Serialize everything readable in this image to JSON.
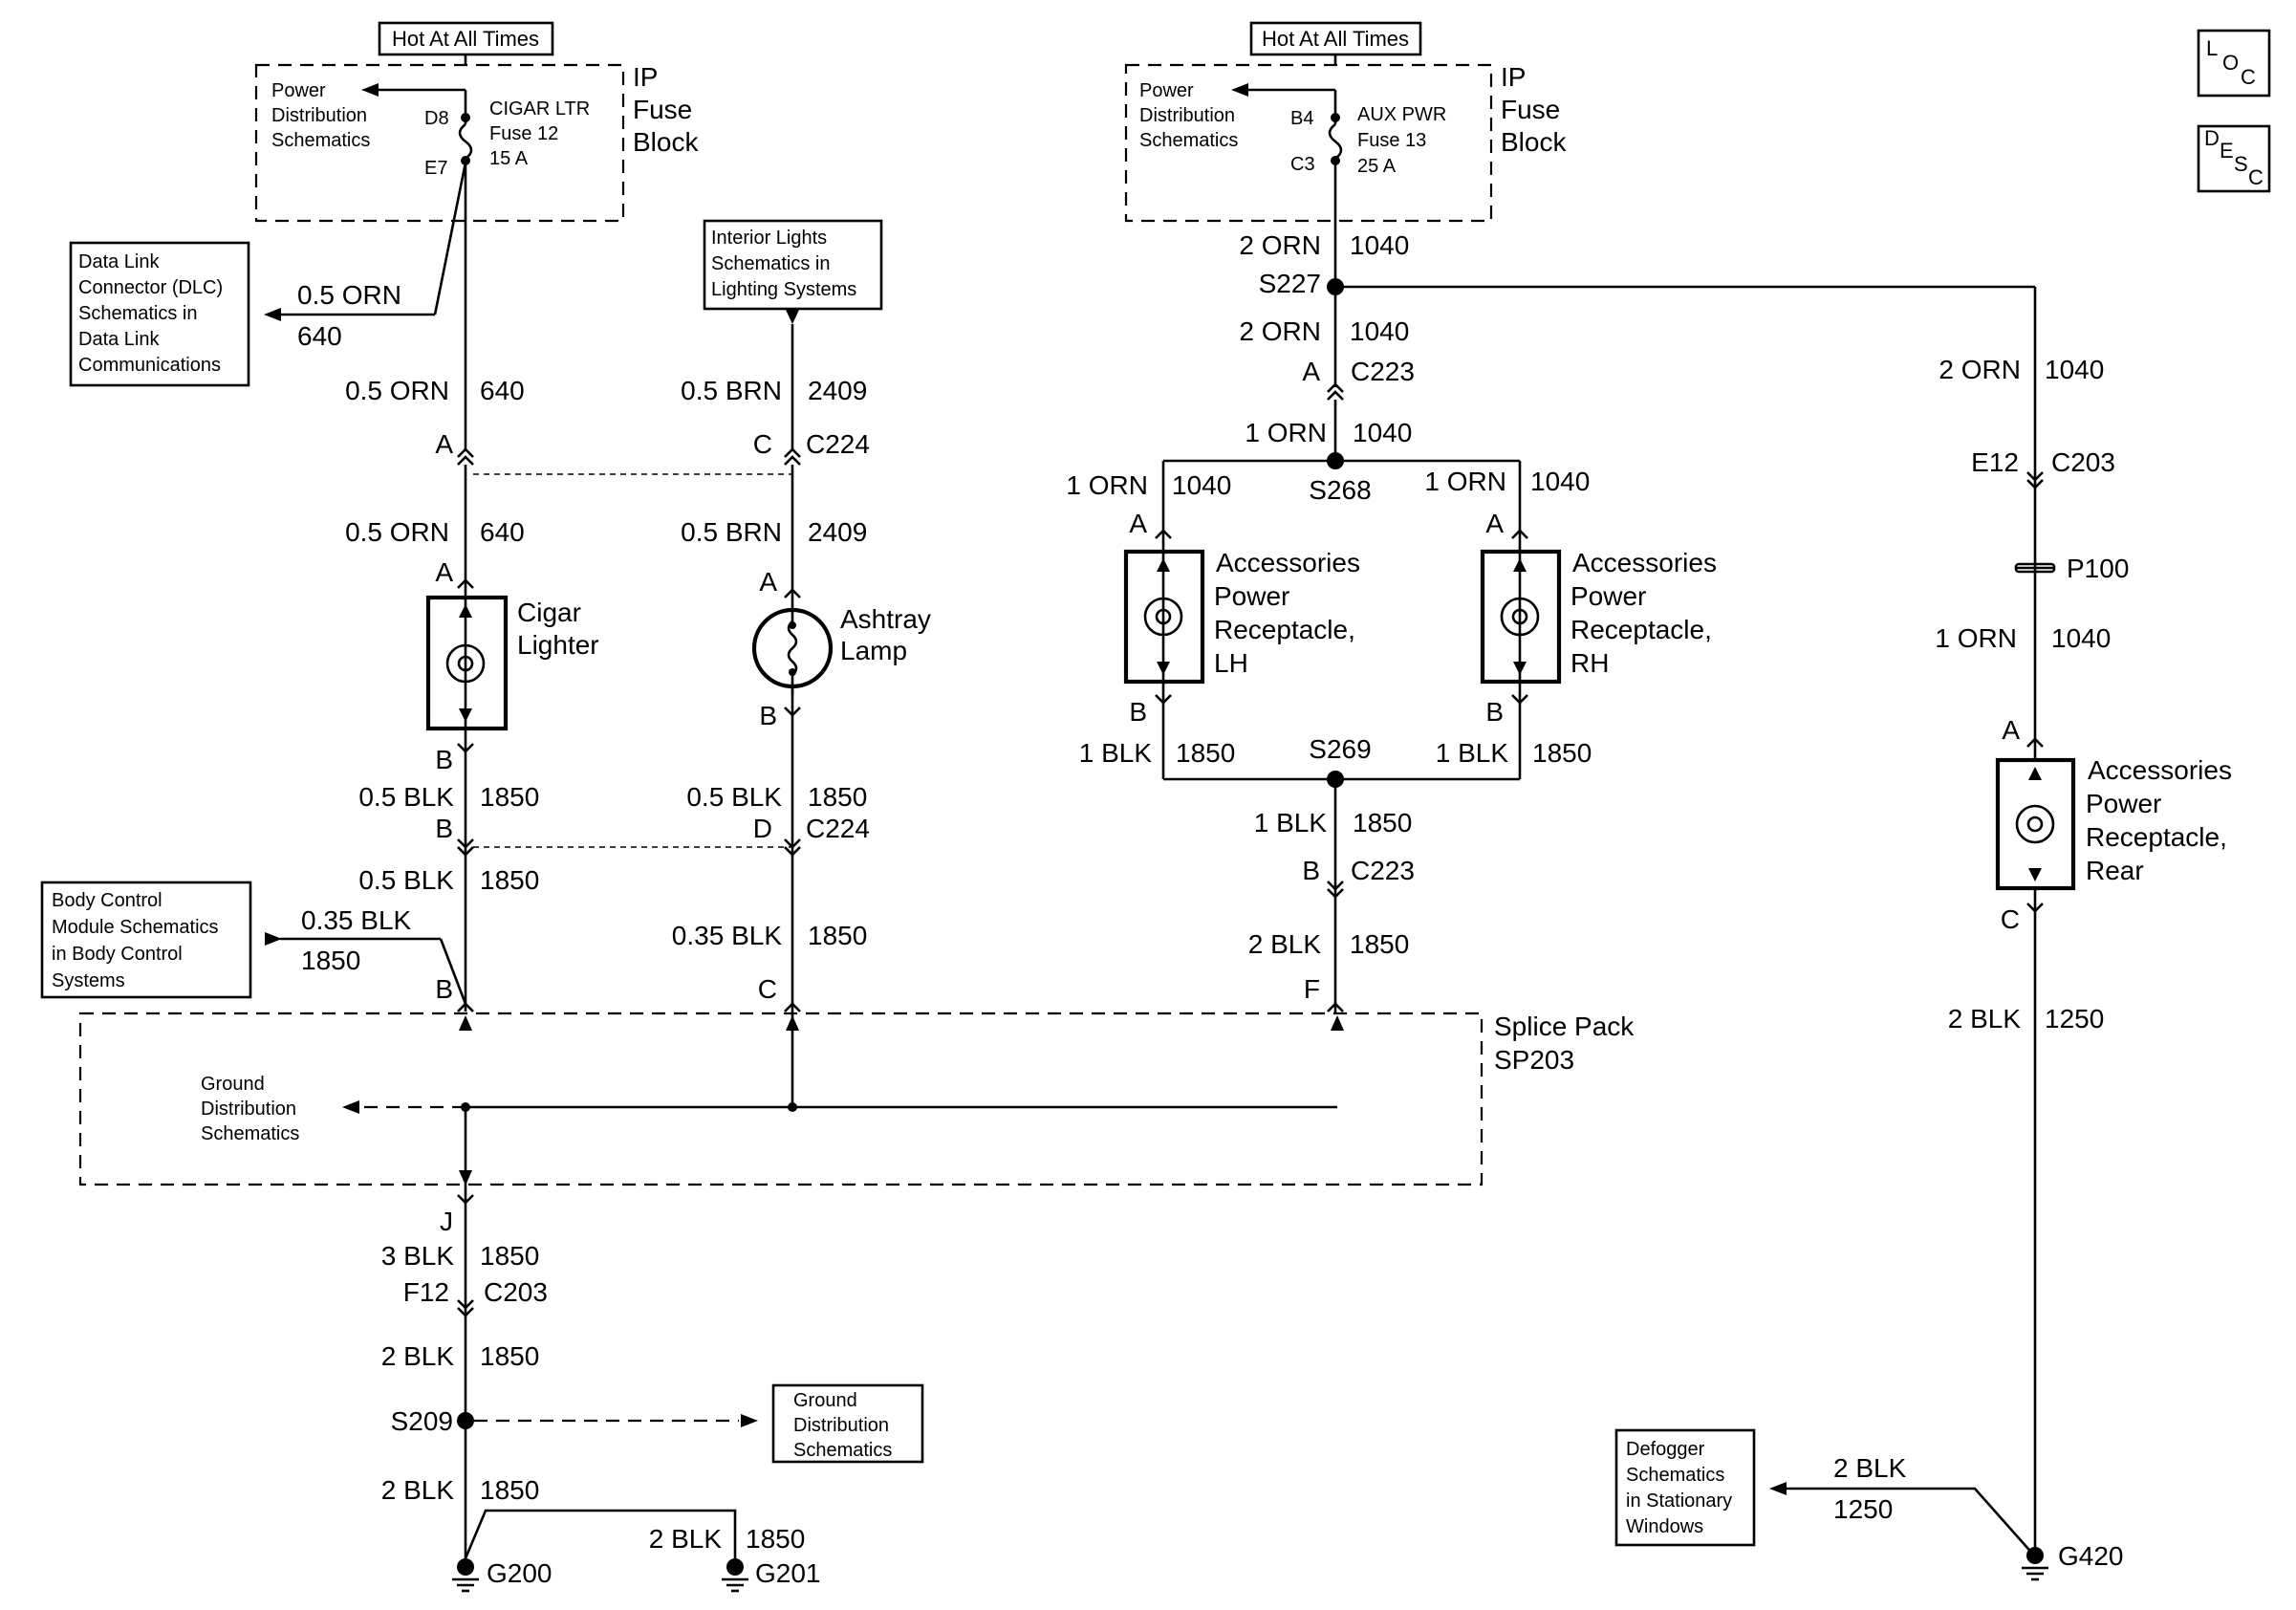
{
  "labels": {
    "hot1": "Hot At All Times",
    "hot2": "Hot At All Times",
    "pds": [
      "Power",
      "Distribution",
      "Schematics"
    ],
    "ipfb": [
      "IP",
      "Fuse",
      "Block"
    ],
    "fuse1_pin_top": "D8",
    "fuse1_pin_bot": "E7",
    "fuse1": [
      "CIGAR LTR",
      "Fuse 12",
      "15 A"
    ],
    "fuse2_pin_top": "B4",
    "fuse2_pin_bot": "C3",
    "fuse2": [
      "AUX PWR",
      "Fuse 13",
      "25 A"
    ],
    "dlc": [
      "Data Link",
      "Connector (DLC)",
      "Schematics in",
      "Data Link",
      "Communications"
    ],
    "interior": [
      "Interior Lights",
      "Schematics in",
      "Lighting Systems"
    ],
    "bcm": [
      "Body Control",
      "Module Schematics",
      "in Body Control",
      "Systems"
    ],
    "gds": [
      "Ground",
      "Distribution",
      "Schematics"
    ],
    "defog": [
      "Defogger",
      "Schematics",
      "in Stationary",
      "Windows"
    ],
    "cigar": [
      "Cigar",
      "Lighter"
    ],
    "ashtray": [
      "Ashtray",
      "Lamp"
    ],
    "apr_lh": [
      "Accessories",
      "Power",
      "Receptacle,",
      "LH"
    ],
    "apr_rh": [
      "Accessories",
      "Power",
      "Receptacle,",
      "RH"
    ],
    "apr_rear": [
      "Accessories",
      "Power",
      "Receptacle,",
      "Rear"
    ],
    "splice_pack": [
      "Splice Pack",
      "SP203"
    ],
    "loc": [
      "L",
      "O",
      "C"
    ],
    "desc": [
      "D",
      "E",
      "S",
      "C"
    ]
  },
  "wires": {
    "w_640_dlc_gauge": "0.5 ORN",
    "w_640_dlc_num": "640",
    "w_640_a_gauge": "0.5 ORN",
    "w_640_a_num": "640",
    "w_640_b_gauge": "0.5 ORN",
    "w_640_b_num": "640",
    "w_2409_a_gauge": "0.5 BRN",
    "w_2409_a_num": "2409",
    "w_2409_b_gauge": "0.5 BRN",
    "w_2409_b_num": "2409",
    "w_1850_cig_gauge": "0.5 BLK",
    "w_1850_cig_num": "1850",
    "w_1850_ash_gauge": "0.5 BLK",
    "w_1850_ash_num": "1850",
    "w_1850_cig2_gauge": "0.5 BLK",
    "w_1850_cig2_num": "1850",
    "w_1850_bcm_gauge": "0.35 BLK",
    "w_1850_bcm_num": "1850",
    "w_1850_ash2_gauge": "0.35 BLK",
    "w_1850_ash2_num": "1850",
    "w_1040_top_gauge": "2 ORN",
    "w_1040_top_num": "1040",
    "w_1040_mid_gauge": "2 ORN",
    "w_1040_mid_num": "1040",
    "w_1040_s268_gauge": "1 ORN",
    "w_1040_s268_num": "1040",
    "w_1040_lh_gauge": "1 ORN",
    "w_1040_lh_num": "1040",
    "w_1040_rh_gauge": "1 ORN",
    "w_1040_rh_num": "1040",
    "w_1040_rear_gauge": "2 ORN",
    "w_1040_rear_num": "1040",
    "w_1040_rear2_gauge": "1 ORN",
    "w_1040_rear2_num": "1040",
    "w_1850_lh_gauge": "1 BLK",
    "w_1850_lh_num": "1850",
    "w_1850_rh_gauge": "1 BLK",
    "w_1850_rh_num": "1850",
    "w_1850_s269_gauge": "1 BLK",
    "w_1850_s269_num": "1850",
    "w_1850_f_gauge": "2 BLK",
    "w_1850_f_num": "1850",
    "w_1250_a_gauge": "2 BLK",
    "w_1250_a_num": "1250",
    "w_1250_defog_gauge": "2 BLK",
    "w_1250_defog_num": "1250",
    "w_1850_j_gauge": "3 BLK",
    "w_1850_j_num": "1850",
    "w_1850_s209a_gauge": "2 BLK",
    "w_1850_s209a_num": "1850",
    "w_1850_s209b_gauge": "2 BLK",
    "w_1850_s209b_num": "1850",
    "w_1850_g201_gauge": "2 BLK",
    "w_1850_g201_num": "1850"
  },
  "connectors": {
    "c224": "C224",
    "c224b": "C224",
    "c223": "C223",
    "c223b": "C223",
    "c203": "C203",
    "c203b": "C203",
    "p100": "P100",
    "pin_A": "A",
    "pin_B": "B",
    "pin_C": "C",
    "pin_D": "D",
    "pin_E12": "E12",
    "pin_F": "F",
    "pin_F12": "F12",
    "pin_J": "J"
  },
  "splices": {
    "s227": "S227",
    "s268": "S268",
    "s269": "S269",
    "s209": "S209"
  },
  "grounds": {
    "g200": "G200",
    "g201": "G201",
    "g420": "G420"
  }
}
